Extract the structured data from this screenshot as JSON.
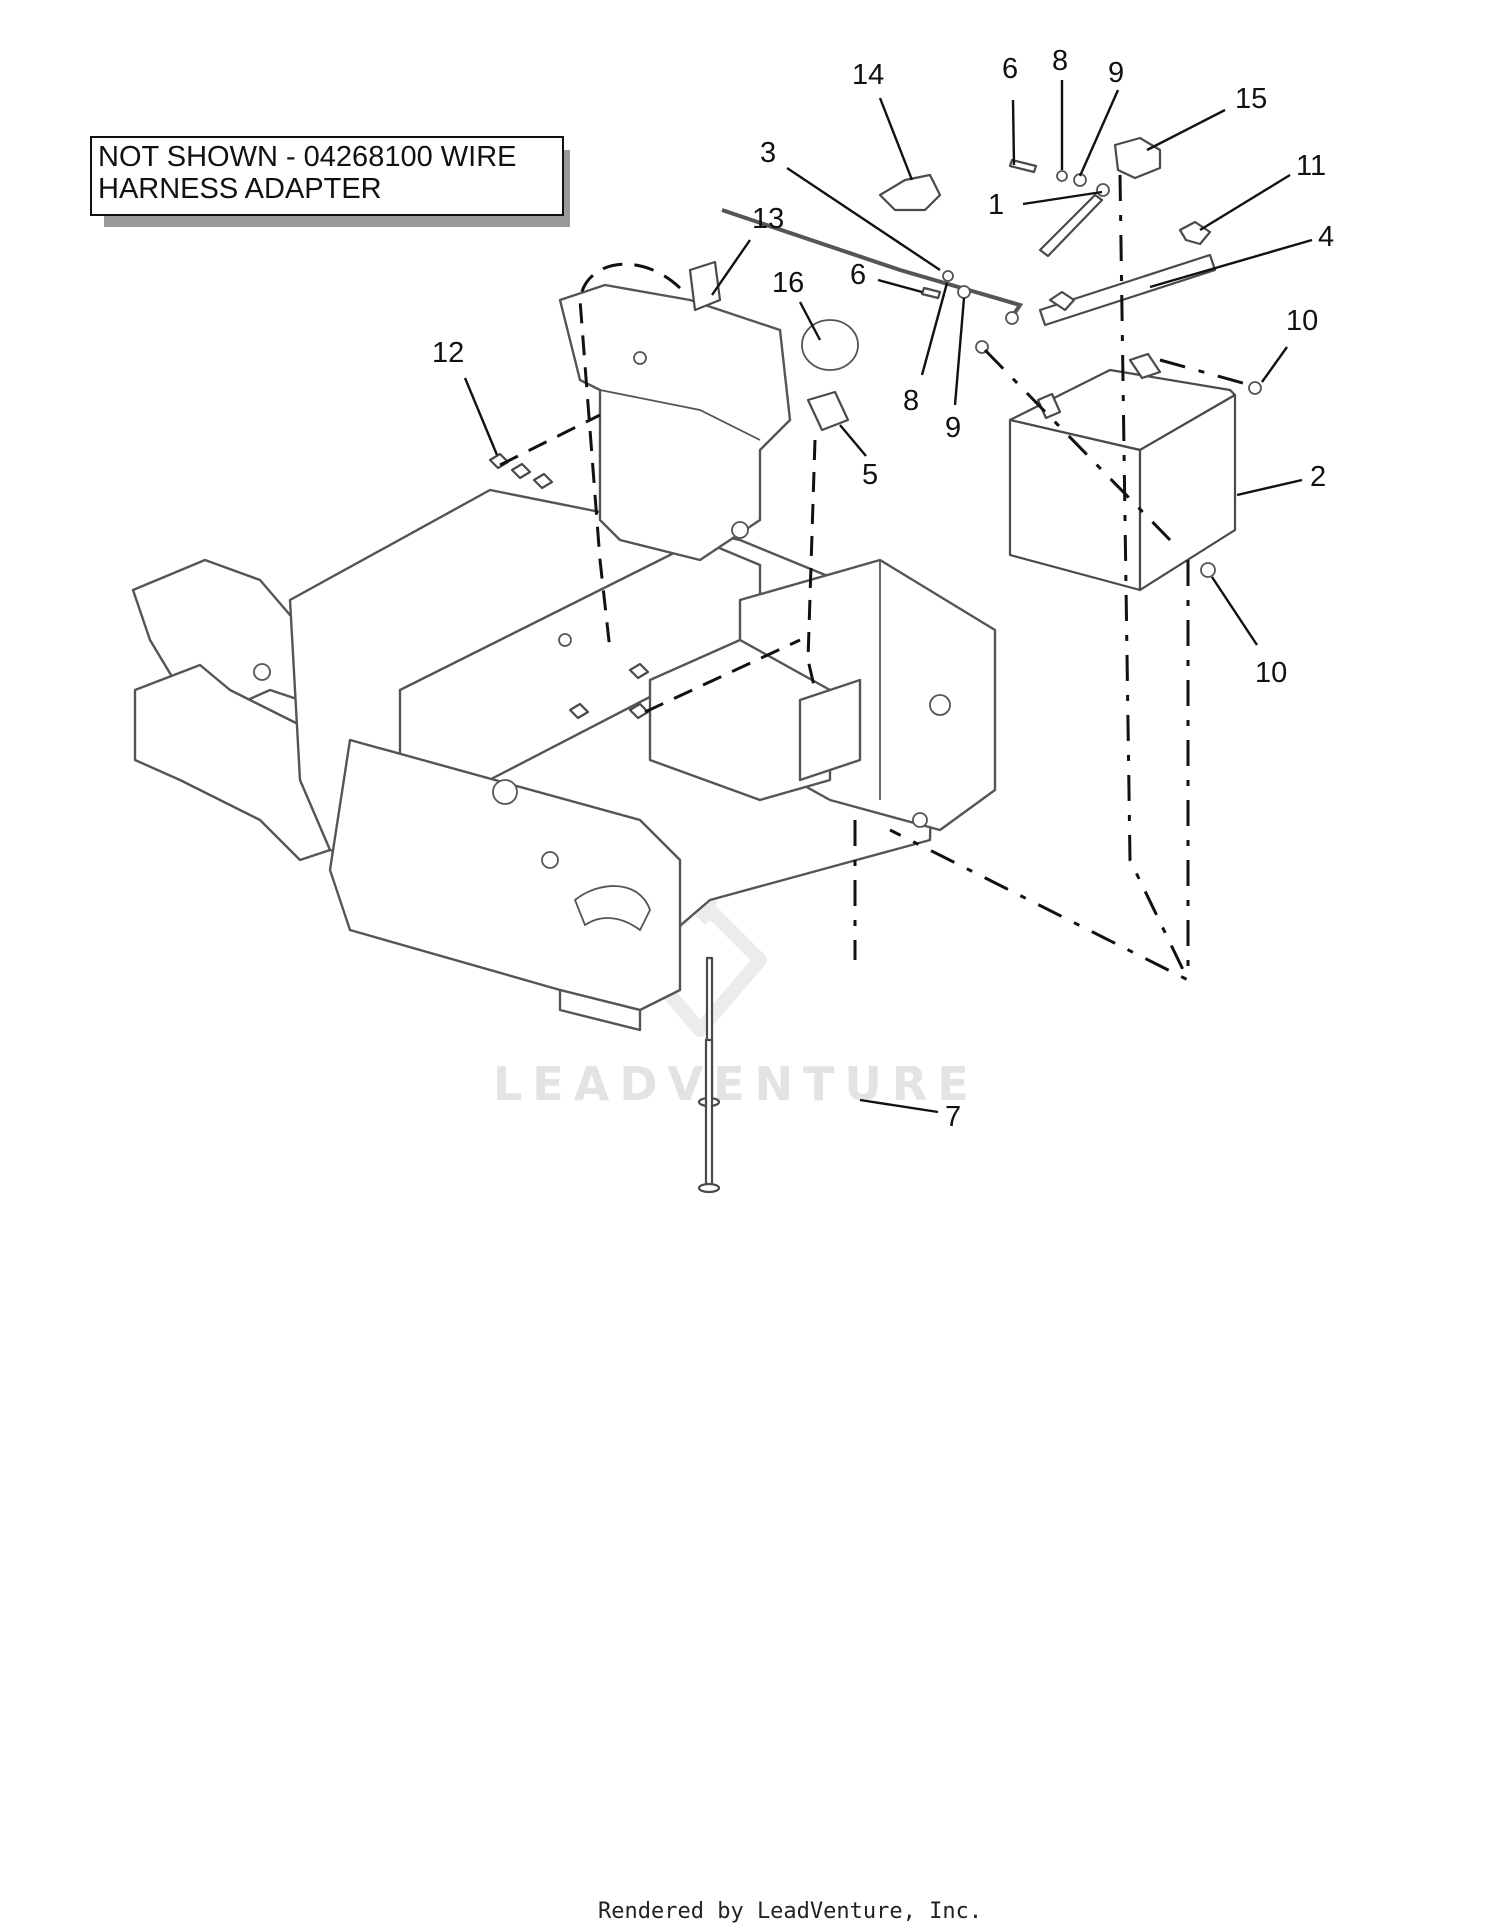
{
  "note": {
    "line1": "NOT SHOWN - 04268100 WIRE",
    "line2": "HARNESS ADAPTER"
  },
  "callouts": {
    "c1": "1",
    "c2": "2",
    "c3": "3",
    "c4": "4",
    "c5": "5",
    "c6a": "6",
    "c6b": "6",
    "c7": "7",
    "c8a": "8",
    "c8b": "8",
    "c9a": "9",
    "c9b": "9",
    "c10a": "10",
    "c10b": "10",
    "c11": "11",
    "c12": "12",
    "c13": "13",
    "c14": "14",
    "c15": "15",
    "c16": "16"
  },
  "watermark": {
    "text": "LEADVENTURE"
  },
  "footer": {
    "text": "Rendered by LeadVenture, Inc."
  }
}
